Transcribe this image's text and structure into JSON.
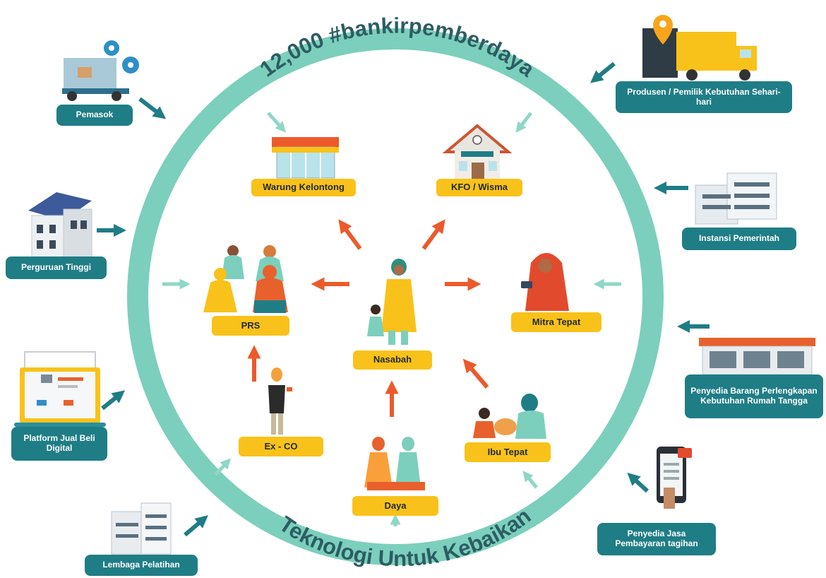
{
  "ring": {
    "top_text": "12,000 #bankirpemberdaya",
    "bottom_text": "Teknologi Untuk Kebaikan"
  },
  "inner_nodes": {
    "warung": "Warung Kelontong",
    "kfo": "KFO / Wisma",
    "prs": "PRS",
    "mitra": "Mitra Tepat",
    "nasabah": "Nasabah",
    "exco": "Ex - CO",
    "ibu": "Ibu Tepat",
    "daya": "Daya"
  },
  "outer_nodes": {
    "pemasok": "Pemasok",
    "produsen": "Produsen / Pemilik Kebutuhan Sehari-hari",
    "instansi": "Instansi Pemerintah",
    "perguruan": "Perguruan Tinggi",
    "penyedia_barang": "Penyedia Barang Perlengkapan Kebutuhan Rumah Tangga",
    "platform": "Platform Jual Beli Digital",
    "penyedia_jasa": "Penyedia Jasa Pembayaran tagihan",
    "lembaga": "Lembaga Pelatihan"
  },
  "colors": {
    "ring": "#7ccfbc",
    "ring_arrow": "#8fd7c6",
    "inner_arrow": "#ec5a2b",
    "yellow_label": "#f9c21a",
    "teal_label": "#1f7d86",
    "outer_arrow": "#1f7d86"
  }
}
